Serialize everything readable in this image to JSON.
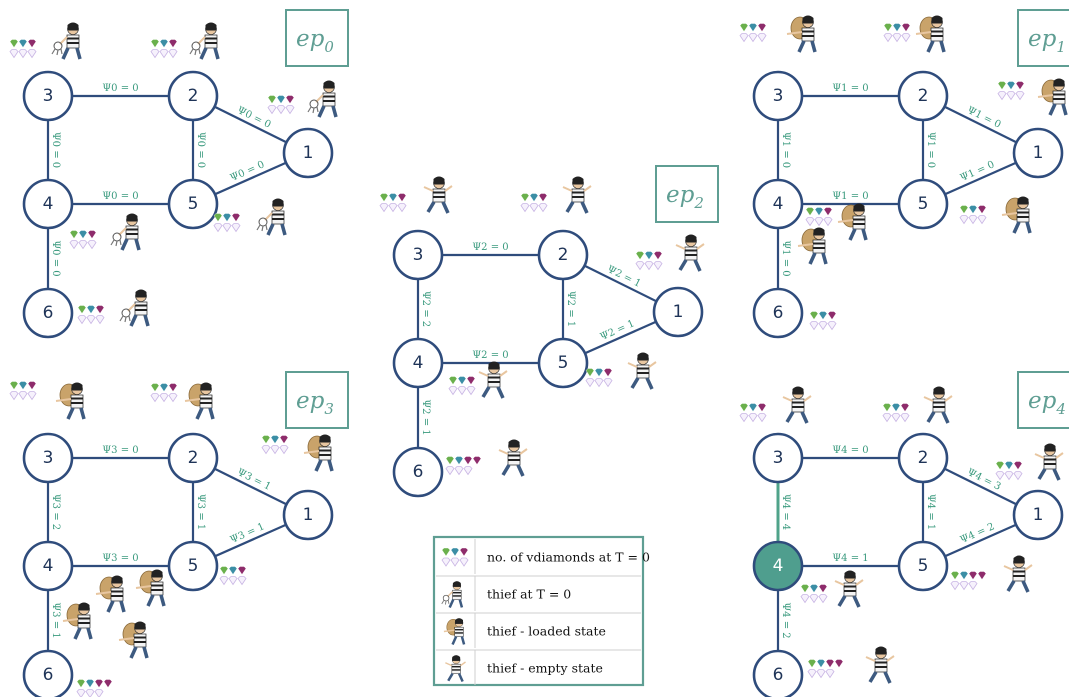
{
  "colors": {
    "node_stroke": "#2f4c7c",
    "edge_label": "#3a9a7e",
    "episode_box": "#5f9e93",
    "highlight_node": "#4f9e8e",
    "diamond_green": "#6ab04c",
    "diamond_teal": "#3b8ea5",
    "diamond_purple": "#8e2c6b",
    "diamond_empty": "#c9b6e4"
  },
  "icons": {
    "diamonds": "diamond-icon",
    "thief_start": "thief-with-keys-icon",
    "thief_loaded": "thief-with-sack-icon",
    "thief_empty": "thief-running-icon"
  },
  "nodes": [
    "1",
    "2",
    "3",
    "4",
    "5",
    "6"
  ],
  "episodes": [
    {
      "id": "ep0",
      "label": "ep",
      "sub": "0",
      "edges": [
        "Ψ0 = 0",
        "Ψ0 = 0",
        "Ψ0 = 0",
        "Ψ0 = 0",
        "Ψ0 = 0",
        "Ψ0 = 0",
        "Ψ0 = 0"
      ]
    },
    {
      "id": "ep1",
      "label": "ep",
      "sub": "1",
      "edges": [
        "Ψ1 = 0",
        "Ψ1 = 0",
        "Ψ1 = 0",
        "Ψ1 = 0",
        "Ψ1 = 0",
        "Ψ1 = 0",
        "Ψ1 = 0"
      ]
    },
    {
      "id": "ep2",
      "label": "ep",
      "sub": "2",
      "edges": [
        "Ψ2 = 0",
        "Ψ2 = 1",
        "Ψ2 = 1",
        "Ψ2 = 2",
        "Ψ2 = 0",
        "Ψ2 = 1",
        "Ψ2 = 1"
      ]
    },
    {
      "id": "ep3",
      "label": "ep",
      "sub": "3",
      "edges": [
        "Ψ3 = 0",
        "Ψ3 = 1",
        "Ψ3 = 1",
        "Ψ3 = 2",
        "Ψ3 = 0",
        "Ψ3 = 1",
        "Ψ3 = 1"
      ]
    },
    {
      "id": "ep4",
      "label": "ep",
      "sub": "4",
      "edges": [
        "Ψ4 = 0",
        "Ψ4 = 3",
        "Ψ4 = 2",
        "Ψ4 = 4",
        "Ψ4 = 1",
        "Ψ4 = 1",
        "Ψ4 = 2"
      ]
    }
  ],
  "legend": {
    "items": [
      {
        "icon": "diamond-icon",
        "text": "no. of vdiamonds at T = 0"
      },
      {
        "icon": "thief-with-keys-icon",
        "text": "thief at T = 0"
      },
      {
        "icon": "thief-with-sack-icon",
        "text": "thief - loaded state"
      },
      {
        "icon": "thief-running-icon",
        "text": "thief - empty state"
      }
    ]
  }
}
